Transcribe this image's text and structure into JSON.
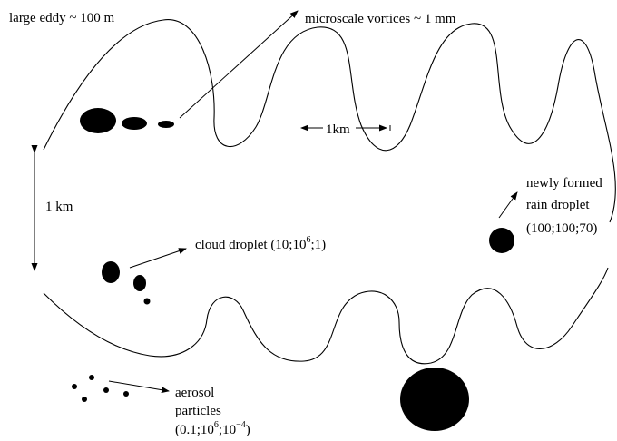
{
  "labels": {
    "large_eddy": "large eddy ~ 100 m",
    "microscale_vortices": "microscale vortices ~ 1 mm",
    "horizontal_scale": "1km",
    "vertical_scale": "1 km",
    "newly_formed_line1": "newly formed",
    "newly_formed_line2": "rain droplet",
    "newly_formed_line3": "(100;100;70)",
    "cloud_droplet_pre": "cloud droplet (10;10",
    "cloud_droplet_sup": "6",
    "cloud_droplet_post": ";1)",
    "aerosol_line1": "aerosol",
    "aerosol_line2": "particles",
    "aerosol_line3_pre": "(0.1;10",
    "aerosol_line3_sup1": "6",
    "aerosol_line3_mid": ";10",
    "aerosol_line3_sup2": "−4",
    "aerosol_line3_post": ")"
  }
}
